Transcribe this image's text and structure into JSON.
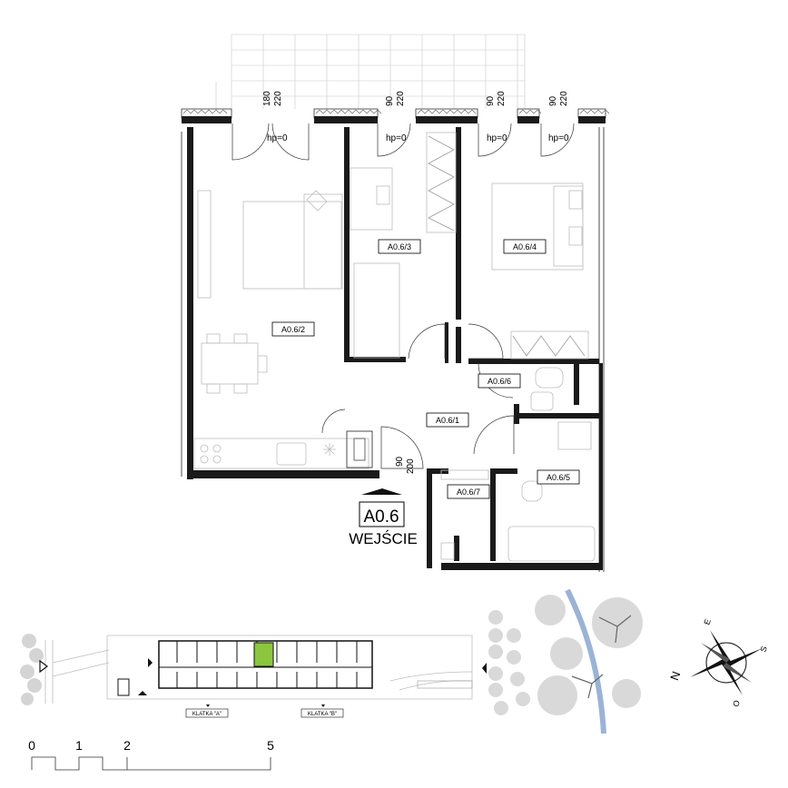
{
  "apartment": {
    "code": "A0.6",
    "entrance_label": "WEJŚCIE"
  },
  "rooms": [
    "A0.6/1",
    "A0.6/2",
    "A0.6/3",
    "A0.6/4",
    "A0.6/5",
    "A0.6/6",
    "A0.6/7"
  ],
  "windows": [
    {
      "w": "180",
      "h": "220",
      "sill": "hp=0"
    },
    {
      "w": "90",
      "h": "220",
      "sill": "hp=0"
    },
    {
      "w": "90",
      "h": "220",
      "sill": "hp=0"
    },
    {
      "w": "90",
      "h": "220",
      "sill": "hp=0"
    }
  ],
  "entry_door": {
    "w": "90",
    "h": "200"
  },
  "site_plan": {
    "stair_a": "KLATKA \"A\"",
    "stair_b": "KLATKA \"B\"",
    "highlight_color": "#8cc63f"
  },
  "compass": {
    "letters": [
      "N",
      "E",
      "S",
      "O"
    ]
  },
  "scale_bar": {
    "ticks": [
      "0",
      "1",
      "2",
      "5"
    ]
  }
}
